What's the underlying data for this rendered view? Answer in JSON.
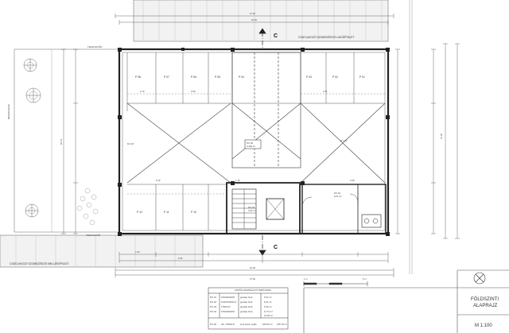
{
  "neighbors": {
    "top_right": "CSATLAKOZÓ SZOMSZÉDOS LAKÓÉPÜLET",
    "bottom_left": "CSATLAKOZÓ SZOMSZÉDOS MELLÉKÉPÜLET"
  },
  "site": {
    "boundary_tag_top": "TELEKHATÁR",
    "boundary_tag_bottom": "TELEKHATÁR",
    "side_tag": "MEVEGTELEK"
  },
  "section_marks": {
    "upper": "C",
    "lower": "C"
  },
  "parking_spaces": {
    "top_row": [
      "P 08",
      "P 07",
      "P 06",
      "P 05",
      "P 04",
      "P 03",
      "P 02",
      "P 01"
    ],
    "bottom_row": [
      "P 12",
      "P 11",
      "P 10"
    ]
  },
  "rooms": {
    "central_room": {
      "code": "P.K.00",
      "area": "2.200 m²"
    },
    "core_room": {
      "code": "P.K.03",
      "area": "3.02 m²"
    },
    "right_room": {
      "code": "P.K.02",
      "area": "8.21 m²"
    }
  },
  "slope_labels": [
    "M 4.97",
    "M 4.17"
  ],
  "table": {
    "title": "KÖZÖS HASZNÁLATÚ TERÜLETEK",
    "rows": [
      {
        "code": "P.K.01",
        "name": "KÖZLEKEDŐ",
        "material": "greslap burk.",
        "area": "5.02 m²"
      },
      {
        "code": "P.K.02",
        "name": "KUKATÁROLÓ",
        "material": "greslap burk.",
        "area": "8.21 m²"
      },
      {
        "code": "P.K.03",
        "name": "TÁROLÓ",
        "material": "greslap burk.",
        "area": "5.30 m²"
      },
      {
        "code": "P.K.04",
        "name": "KÖZLEKEDŐ",
        "material": "greslap burk.",
        "area": "11.72 m²"
      }
    ],
    "total": "31.30 m²",
    "garage": {
      "code": "P.K.05",
      "name": "GK. TÁROLÓ",
      "material": "impr.beton padló",
      "area": "180.00 m²",
      "extra": "235.78 m²"
    }
  },
  "scale_bar": {
    "start": "1 m",
    "end": "5 m"
  },
  "titleblock": {
    "title_line1": "FÖLDSZINTI",
    "title_line2": "ALAPRAJZ",
    "scale": "M 1:100"
  },
  "dims": {
    "top_total": "27.60",
    "top_inner": "22.00",
    "bottom_total": "27.60",
    "bottom_inner": "22.00",
    "bottom_row1": "2.40",
    "bottom_row2": "6.65",
    "right_total": "16.05",
    "left_total": "18.74",
    "span_a": "2.70",
    "span_b": "2.50",
    "span_c": "5.10",
    "span_d": "4.37",
    "span_e": "1.10",
    "span_f": "3.30"
  }
}
